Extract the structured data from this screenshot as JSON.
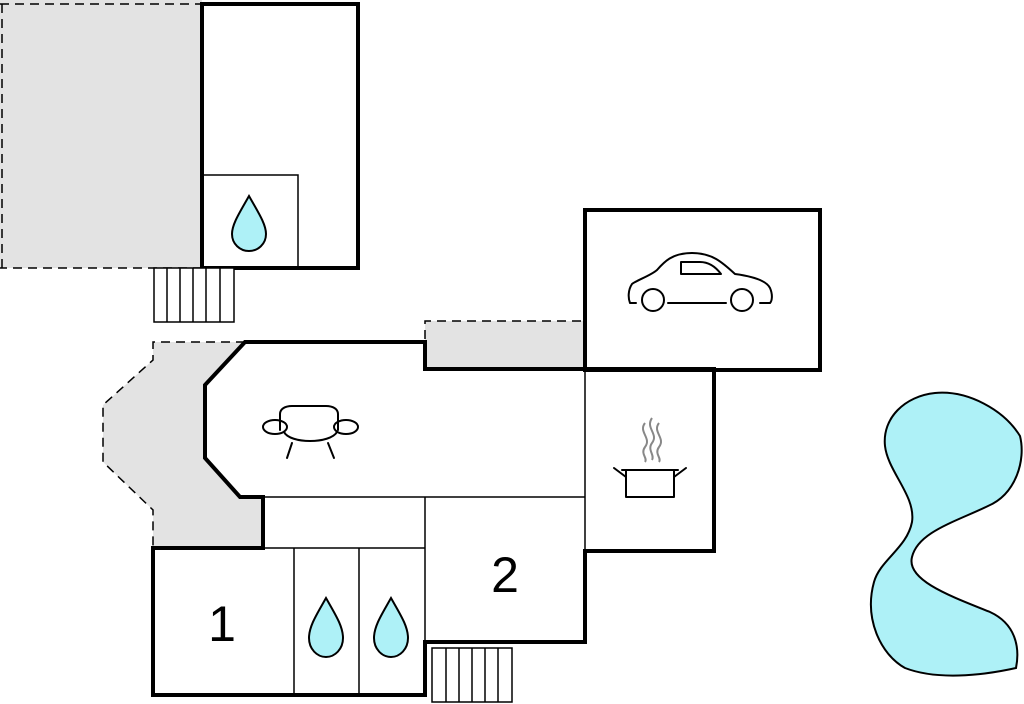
{
  "colors": {
    "wall": "#000000",
    "terrace_fill": "#e3e3e3",
    "water_fill": "#aef1f7",
    "background": "#ffffff"
  },
  "rooms": {
    "bedroom_1": {
      "label": "1"
    },
    "bedroom_2": {
      "label": "2"
    }
  },
  "icons": {
    "garage": "car-icon",
    "living": "armchair-icon",
    "kitchen": "cooking-pot-icon",
    "bathroom": "water-drop-icon",
    "pool": "pool-shape"
  }
}
